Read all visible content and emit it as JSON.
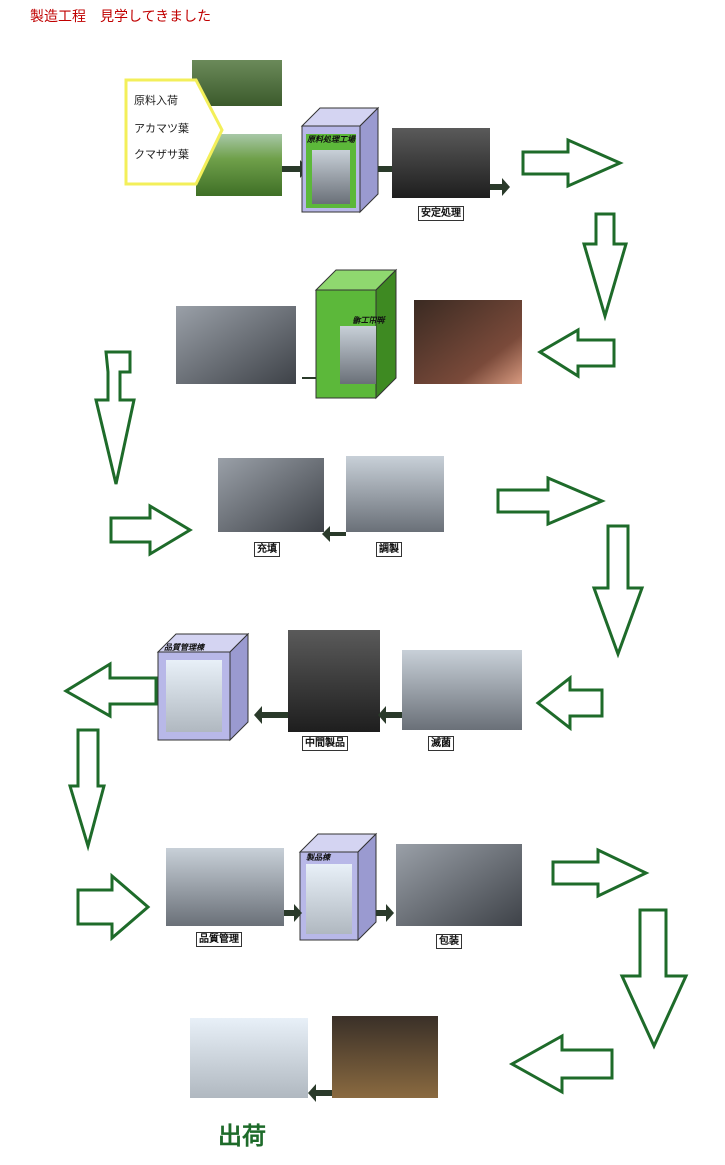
{
  "title": "製造工程　見学してきました",
  "raw_material": {
    "lines": [
      "原料入荷",
      "アカマツ葉",
      "クマザサ葉"
    ]
  },
  "steps": {
    "raw_processing_building": "原料処理工場",
    "stable_processing": "安定処理",
    "extraction_building": "抽出工場",
    "filling": "充填",
    "preparation": "調製",
    "intermediate_product": "中間製品",
    "sterilization": "滅菌",
    "qc_building": "品質管理棟",
    "quality_control": "品質管理",
    "manufacturing_building": "製品棟",
    "packaging": "包装",
    "shipping": "出荷"
  },
  "colors": {
    "arrow_green": "#1e6b2a",
    "title_red": "#c00000",
    "box_purple": "#b8b8e8",
    "box_green": "#5cb83a",
    "pentagon_yellow": "#f3ef5a"
  }
}
